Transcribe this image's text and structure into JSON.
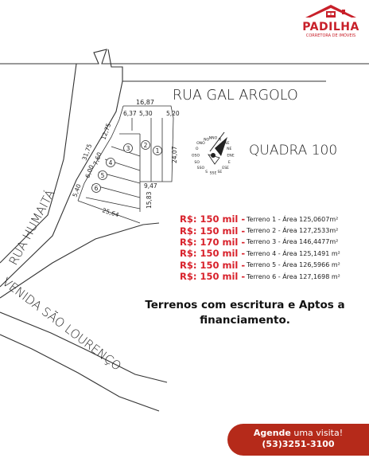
{
  "logo": {
    "name": "PADILHA",
    "subtitle": "CORRETORA DE IMÓVEIS"
  },
  "map": {
    "street_top": "RUA GAL ARGOLO",
    "street_left": "RUA HUMAITÁ",
    "street_bottom": "VENIDA SÃO LOURENÇO",
    "block": "QUADRA 100",
    "lots": [
      "1",
      "2",
      "3",
      "4",
      "5",
      "6"
    ],
    "dimensions": {
      "top_total": "16,87",
      "top_a": "6,37",
      "top_b": "5,30",
      "top_c": "5,20",
      "right_side": "24,07",
      "left_a": "31,75",
      "left_b": "12,75",
      "left_c": "6,00",
      "left_d": "7,60",
      "left_e": "5,40",
      "inner": "9,47",
      "lower": "15,83",
      "bottom": "25,64"
    },
    "compass": [
      "N",
      "NNE",
      "NE",
      "ENE",
      "E",
      "ESE",
      "SE",
      "SSE",
      "S",
      "SSO",
      "SO",
      "OSO",
      "O",
      "ONO",
      "NO",
      "NNO"
    ]
  },
  "prices": [
    {
      "price": "R$: 150 mil -",
      "lot": "Terreno 1 - Área 125,0607m²"
    },
    {
      "price": "R$: 150 mil -",
      "lot": "Terreno 2 - Área 127,2533m²"
    },
    {
      "price": "R$: 170 mil -",
      "lot": "Terreno 3 - Área 146,4477m²"
    },
    {
      "price": "R$: 150 mil -",
      "lot": "Terreno 4 - Área 125,1491 m²"
    },
    {
      "price": "R$: 150 mil -",
      "lot": "Terreno 5 - Área 126,5966 m²"
    },
    {
      "price": "R$: 150 mil -",
      "lot": "Terreno 6 - Área 127,1698 m²"
    }
  ],
  "headline": "Terrenos com escritura e Aptos a financiamento.",
  "cta": {
    "label_bold": "Agende",
    "label_rest": " uma visita!",
    "phone": "(53)3251-3100"
  },
  "colors": {
    "accent": "#d8202a",
    "cta_bg": "#b52a1a",
    "logo_red": "#c8202a"
  }
}
